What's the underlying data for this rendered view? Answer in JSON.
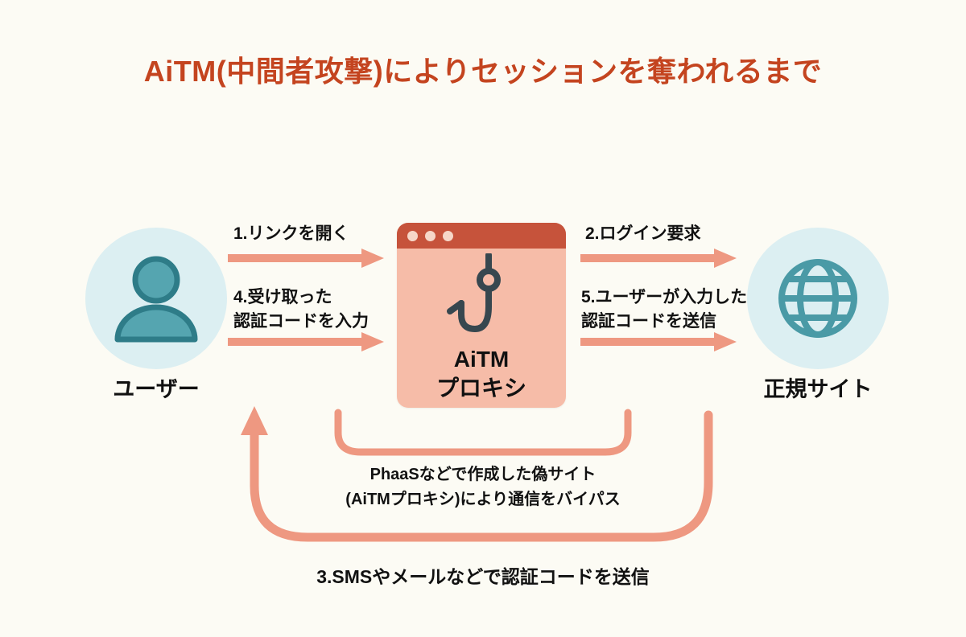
{
  "title": "AiTM(中間者攻撃)によりセッションを奪われるまで",
  "colors": {
    "background": "#FCFBF4",
    "title": "#C4441F",
    "arrow": "#EE9881",
    "card_body": "#F6BCA8",
    "card_titlebar": "#C6533B",
    "card_dot": "#F6D7C8",
    "node_circle": "#DCEFF2",
    "node_icon": "#4A9AA6",
    "hook_icon": "#37474F",
    "text": "#111111"
  },
  "nodes": {
    "user": {
      "label": "ユーザー",
      "icon": "person-icon"
    },
    "proxy": {
      "line1": "AiTM",
      "line2": "プロキシ",
      "icon": "fishing-hook-icon",
      "window_dots": 3
    },
    "site": {
      "label": "正規サイト",
      "icon": "globe-icon"
    }
  },
  "flows": [
    {
      "id": "1",
      "label": "1.リンクを開く",
      "from": "user",
      "to": "proxy"
    },
    {
      "id": "2",
      "label": "2.ログイン要求",
      "from": "proxy",
      "to": "site"
    },
    {
      "id": "4",
      "label_line1": "4.受け取った",
      "label_line2": "認証コードを入力",
      "from": "user",
      "to": "proxy"
    },
    {
      "id": "5",
      "label_line1": "5.ユーザーが入力した",
      "label_line2": "認証コードを送信",
      "from": "proxy",
      "to": "site"
    }
  ],
  "captions": {
    "bypass_line1": "PhaaSなどで作成した偽サイト",
    "bypass_line2": "(AiTMプロキシ)により通信をバイパス",
    "sms": "3.SMSやメールなどで認証コードを送信"
  }
}
